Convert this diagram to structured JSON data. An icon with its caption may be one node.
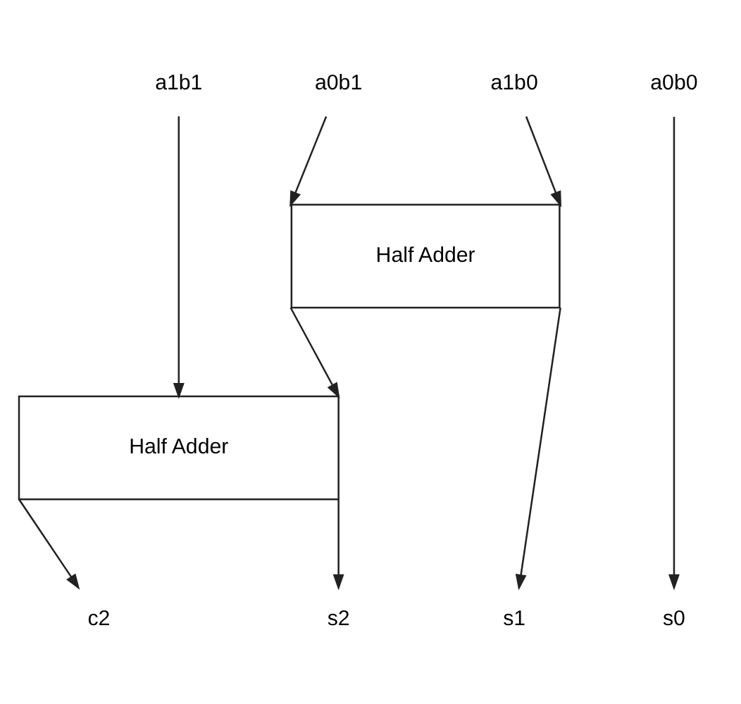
{
  "diagram": {
    "nodes": [
      {
        "text": [
          "a1b1"
        ]
      },
      {
        "text": [
          "a0b1"
        ]
      },
      {
        "text": [
          "a1b0"
        ]
      },
      {
        "text": [
          "a0b0"
        ]
      },
      {
        "text": [
          "Half Adder"
        ]
      },
      {
        "text": [
          "Half Adder"
        ]
      },
      {
        "text": [
          "c2"
        ]
      },
      {
        "text": [
          "s2"
        ]
      },
      {
        "text": [
          "s1"
        ]
      },
      {
        "text": [
          "s0"
        ]
      }
    ],
    "edges": [
      {
        "from": 0,
        "to": 5,
        "arrow": "to"
      },
      {
        "from": 1,
        "to": 4,
        "arrow": "to"
      },
      {
        "from": 2,
        "to": 4,
        "arrow": "to"
      },
      {
        "from": 3,
        "to": 9,
        "arrow": "to"
      },
      {
        "from": 4,
        "to": 5,
        "arrow": "to"
      },
      {
        "from": 4,
        "to": 8,
        "arrow": "to"
      },
      {
        "from": 5,
        "to": 6,
        "arrow": "to"
      },
      {
        "from": 5,
        "to": 7,
        "arrow": "to"
      }
    ]
  }
}
